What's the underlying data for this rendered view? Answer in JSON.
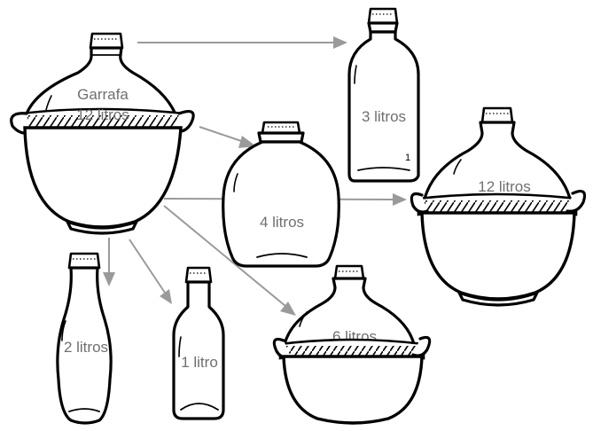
{
  "diagram": {
    "source": {
      "label_line1": "Garrafa",
      "label_line2": "12 litros"
    },
    "targets": [
      {
        "id": "bottle-3",
        "label": "3 litros",
        "mark": "1"
      },
      {
        "id": "flask-4",
        "label": "4 litros"
      },
      {
        "id": "demijohn-12",
        "label": "12 litros"
      },
      {
        "id": "bottle-2",
        "label": "2 litros"
      },
      {
        "id": "bottle-1",
        "label": "1 litro"
      },
      {
        "id": "demijohn-6",
        "label": "6 litros"
      }
    ],
    "arrow_color": "#9a9a9a",
    "label_color": "#6f6f6f"
  }
}
